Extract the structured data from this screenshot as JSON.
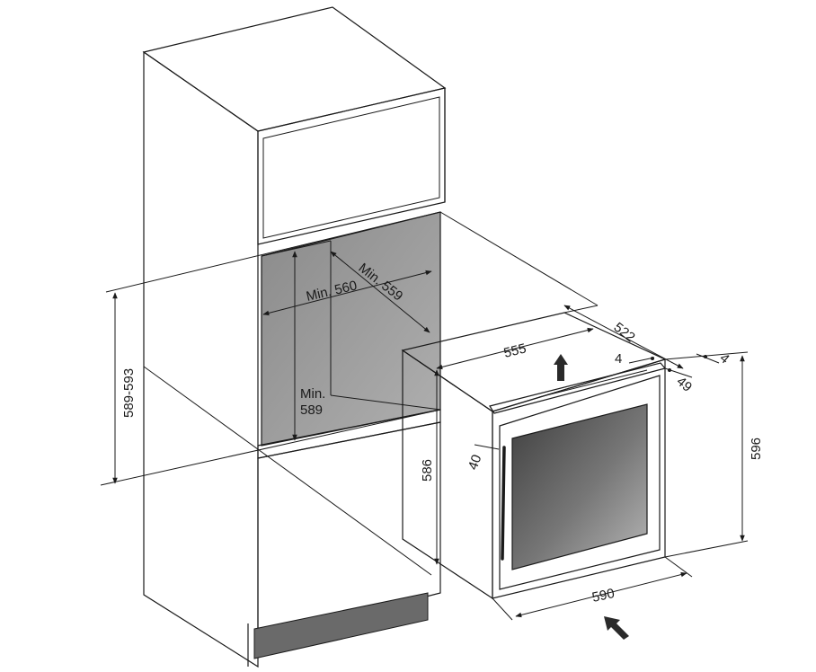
{
  "dimensions": {
    "niche_height_range": "589-593",
    "min_width_label": "Min. 560",
    "min_depth_label": "Min. 559",
    "min_height_line1": "Min.",
    "min_height_line2": "589",
    "appliance_width_top": "555",
    "appliance_depth": "522",
    "gap_left": "4",
    "gap_right": "4",
    "door_depth": "49",
    "body_height": "586",
    "handle_offset": "40",
    "total_height": "596",
    "total_width": "590"
  },
  "colors": {
    "line": "#1a1a1a",
    "niche_fill": "#9b9b9b",
    "glass_fill": "#5e5e5e",
    "plinth_fill": "#6a6a6a",
    "background": "#ffffff"
  },
  "icons": {
    "airflow_up": "arrow-up-icon",
    "view_direction": "arrow-diagonal-icon"
  }
}
